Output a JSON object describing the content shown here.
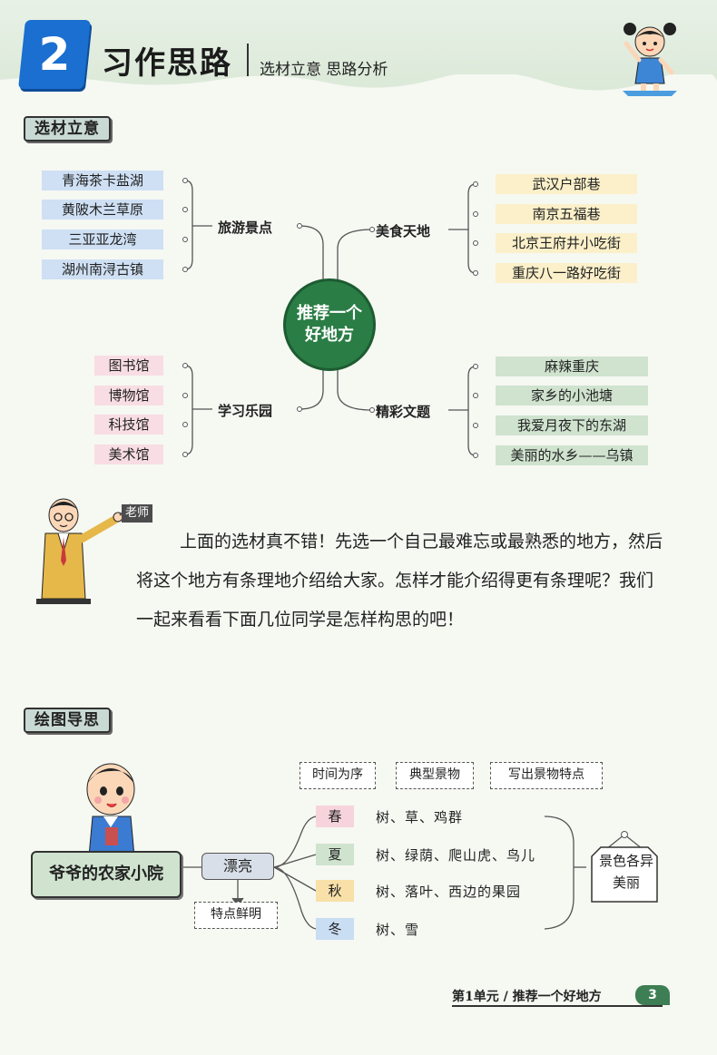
{
  "header": {
    "number": "2",
    "title": "习作思路",
    "subtitle": "选材立意  思路分析"
  },
  "section1": {
    "tag": "选材立意",
    "center": [
      "推荐一个",
      "好地方"
    ],
    "categories": {
      "travel": {
        "label": "旅游景点",
        "items": [
          "青海茶卡盐湖",
          "黄陂木兰草原",
          "三亚亚龙湾",
          "湖州南浔古镇"
        ]
      },
      "food": {
        "label": "美食天地",
        "items": [
          "武汉户部巷",
          "南京五福巷",
          "北京王府井小吃街",
          "重庆八一路好吃街"
        ]
      },
      "study": {
        "label": "学习乐园",
        "items": [
          "图书馆",
          "博物馆",
          "科技馆",
          "美术馆"
        ]
      },
      "topic": {
        "label": "精彩文题",
        "items": [
          "麻辣重庆",
          "家乡的小池塘",
          "我爱月夜下的东湖",
          "美丽的水乡——乌镇"
        ]
      }
    }
  },
  "teacher": {
    "tag": "老师",
    "paragraph": "上面的选材真不错！先选一个自己最难忘或最熟悉的地方，然后将这个地方有条理地介绍给大家。怎样才能介绍得更有条理呢？我们一起来看看下面几位同学是怎样构思的吧！"
  },
  "section2": {
    "tag": "绘图导思",
    "main": "爷爷的农家小院",
    "branch": "漂亮",
    "branch_note": "特点鲜明",
    "headers": [
      "时间为序",
      "典型景物",
      "写出景物特点"
    ],
    "seasons": [
      {
        "name": "春",
        "text": "树、草、鸡群"
      },
      {
        "name": "夏",
        "text": "树、绿荫、爬山虎、鸟儿"
      },
      {
        "name": "秋",
        "text": "树、落叶、西边的果园"
      },
      {
        "name": "冬",
        "text": "树、雪"
      }
    ],
    "plaque": [
      "景色各异",
      "美丽"
    ]
  },
  "footer": {
    "text": "第1单元 / 推荐一个好地方",
    "page": "3"
  }
}
